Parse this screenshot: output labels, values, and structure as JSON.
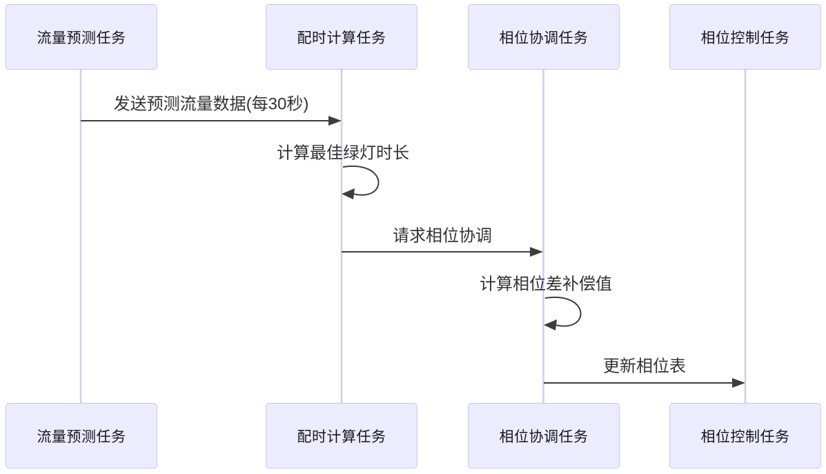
{
  "diagram": {
    "type": "sequence-diagram",
    "background": "#ffffff",
    "colors": {
      "actor_fill": "#ECECFF",
      "actor_border": "#CCC4F0",
      "lifeline": "#D4CBEE",
      "arrow": "#3D3D3D",
      "actor_text": "#16161D",
      "message_text": "#333333"
    },
    "actors": [
      {
        "label": "流量预测任务"
      },
      {
        "label": "配时计算任务"
      },
      {
        "label": "相位协调任务"
      },
      {
        "label": "相位控制任务"
      }
    ],
    "messages": [
      {
        "text": "发送预测流量数据(每30秒)",
        "from": "流量预测任务",
        "to": "配时计算任务",
        "kind": "solid-arrow"
      },
      {
        "text": "计算最佳绿灯时长",
        "from": "配时计算任务",
        "to": "配时计算任务",
        "kind": "self-loop"
      },
      {
        "text": "请求相位协调",
        "from": "配时计算任务",
        "to": "相位协调任务",
        "kind": "solid-arrow"
      },
      {
        "text": "计算相位差补偿值",
        "from": "相位协调任务",
        "to": "相位协调任务",
        "kind": "self-loop"
      },
      {
        "text": "更新相位表",
        "from": "相位协调任务",
        "to": "相位控制任务",
        "kind": "solid-arrow"
      }
    ]
  }
}
